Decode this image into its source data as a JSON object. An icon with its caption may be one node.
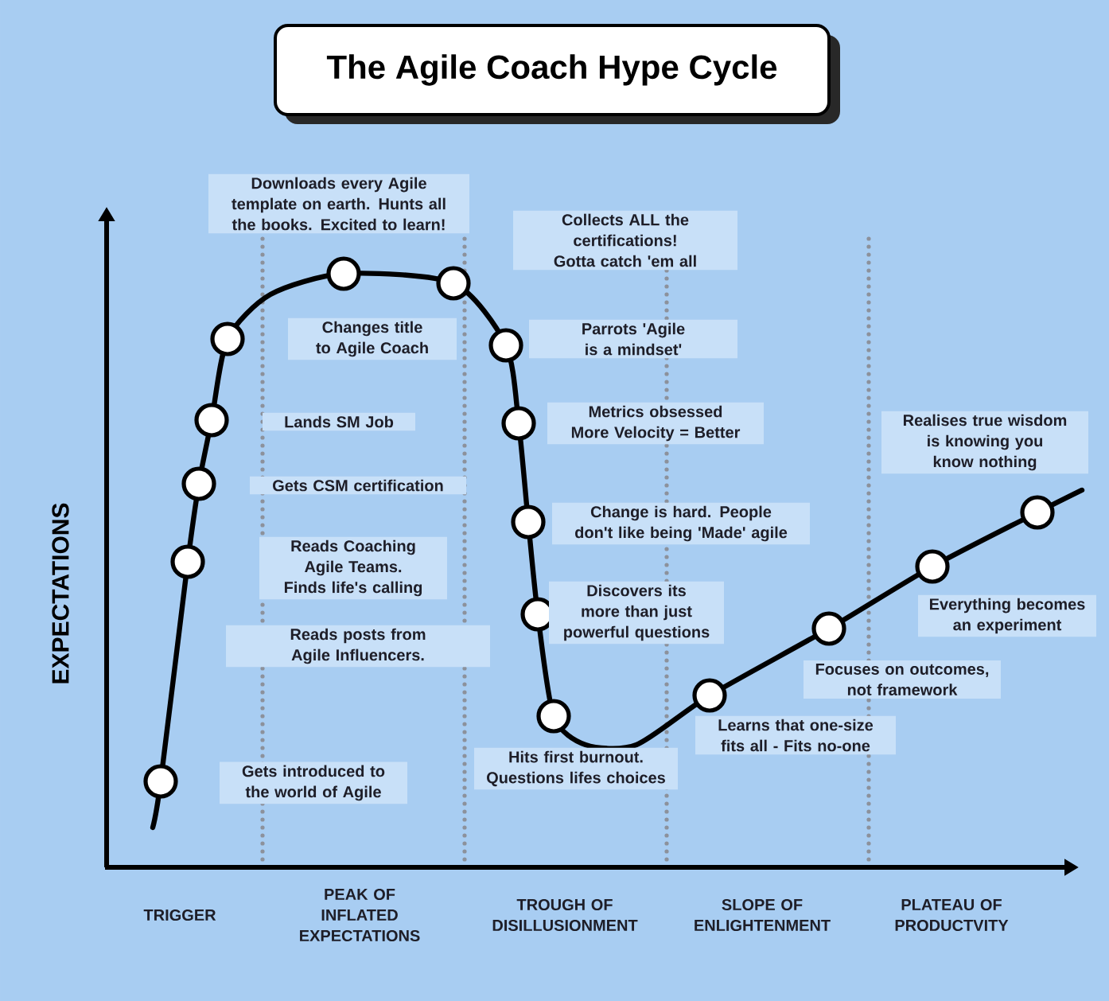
{
  "diagram": {
    "title": "The Agile Coach Hype Cycle",
    "nodes": [
      {
        "text": [
          "Downloads every Agile template on earth. Hunts all the books. Excited to learn!"
        ]
      },
      {
        "text": [
          "Changes title to Agile Coach"
        ]
      },
      {
        "text": [
          "Lands SM Job"
        ]
      },
      {
        "text": [
          "Gets CSM certification"
        ]
      },
      {
        "text": [
          "Reads Coaching Agile Teams. Finds life's calling"
        ]
      },
      {
        "text": [
          "Reads posts from Agile Influencers."
        ]
      },
      {
        "text": [
          "Gets introduced to the world of Agile"
        ]
      },
      {
        "text": [
          "Collects ALL the certifications! Gotta catch 'em all"
        ]
      },
      {
        "text": [
          "Parrots 'Agile is a mindset'"
        ]
      },
      {
        "text": [
          "Metrics obsessed More Velocity = Better"
        ]
      },
      {
        "text": [
          "Change is hard. People don't like being 'Made' agile"
        ]
      },
      {
        "text": [
          "Discovers its more than just powerful questions"
        ]
      },
      {
        "text": [
          "Hits first burnout. Questions lifes choices"
        ]
      },
      {
        "text": [
          "Learns that one-size fits all - Fits no-one"
        ]
      },
      {
        "text": [
          "Focuses on outcomes, not framework"
        ]
      },
      {
        "text": [
          "Realises true wisdom is knowing you know nothing"
        ]
      },
      {
        "text": [
          "Everything becomes an experiment"
        ]
      }
    ],
    "labels": [
      "EXPECTATIONS",
      "TRIGGER",
      "PEAK OF INFLATED EXPECTATIONS",
      "TROUGH OF DISILLUSIONMENT",
      "SLOPE OF ENLIGHTENMENT",
      "PLATEAU OF PRODUCTVITY"
    ]
  }
}
